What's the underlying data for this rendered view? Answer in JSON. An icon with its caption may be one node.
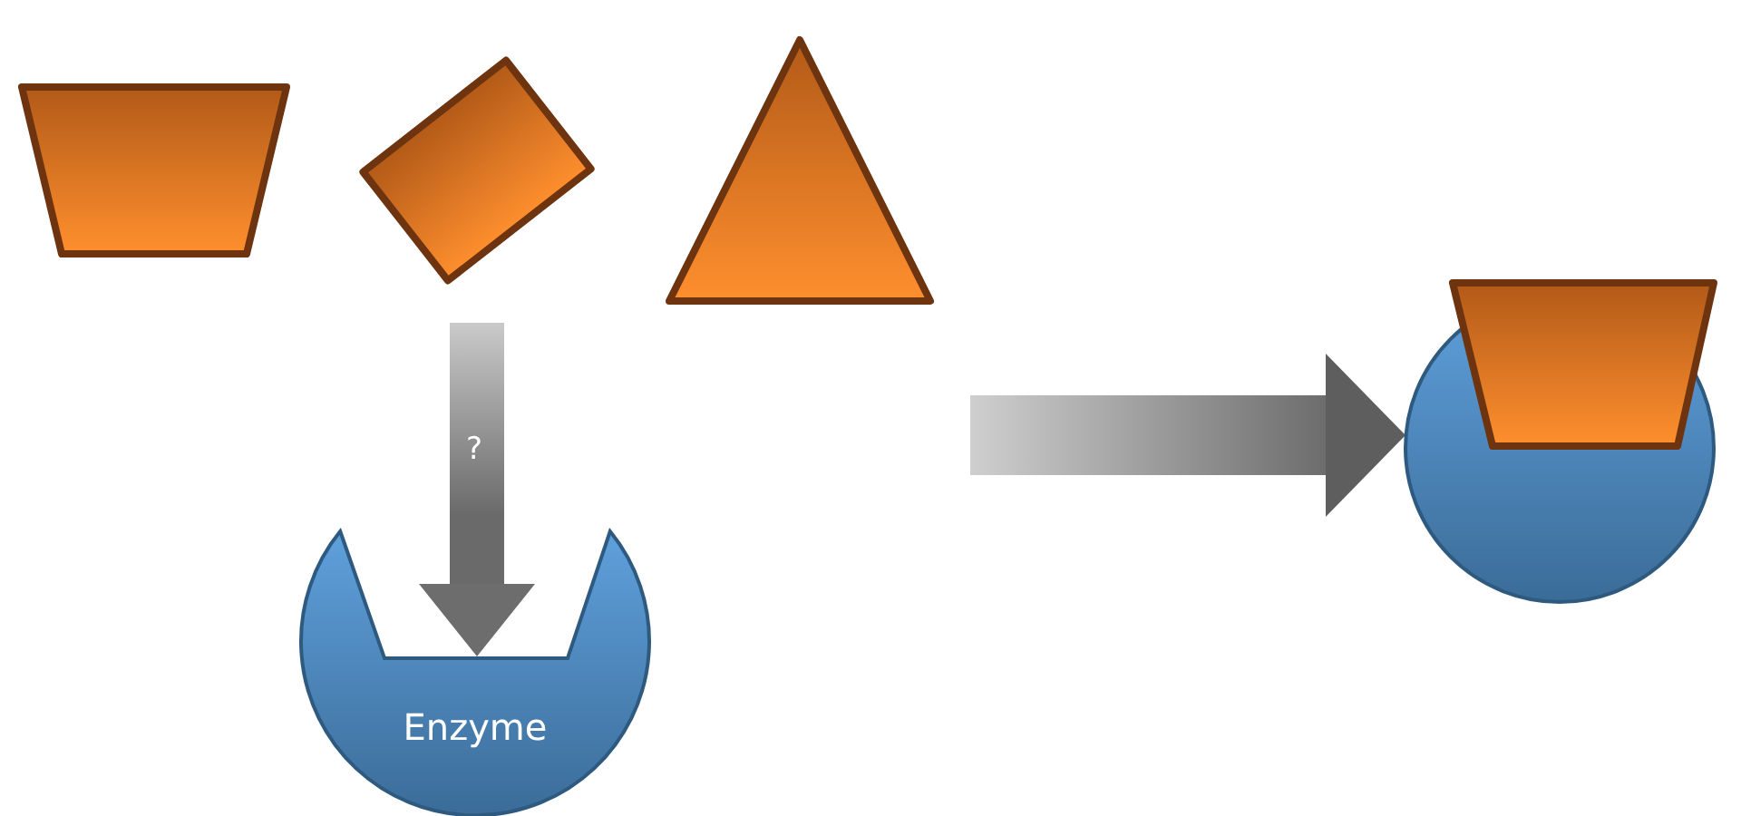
{
  "diagram": {
    "nodes": [
      {
        "text": [],
        "shape": "trapezoid"
      },
      {
        "text": [],
        "shape": "box"
      },
      {
        "text": [],
        "shape": "triangle"
      },
      {
        "text": [
          "Enzyme"
        ]
      },
      {
        "text": [],
        "shape": "circle"
      }
    ],
    "edges": [
      {
        "from": 1,
        "to": 3,
        "arrow": "to",
        "label": "?"
      },
      {
        "from": null,
        "to": 4,
        "arrow": "to"
      }
    ]
  }
}
